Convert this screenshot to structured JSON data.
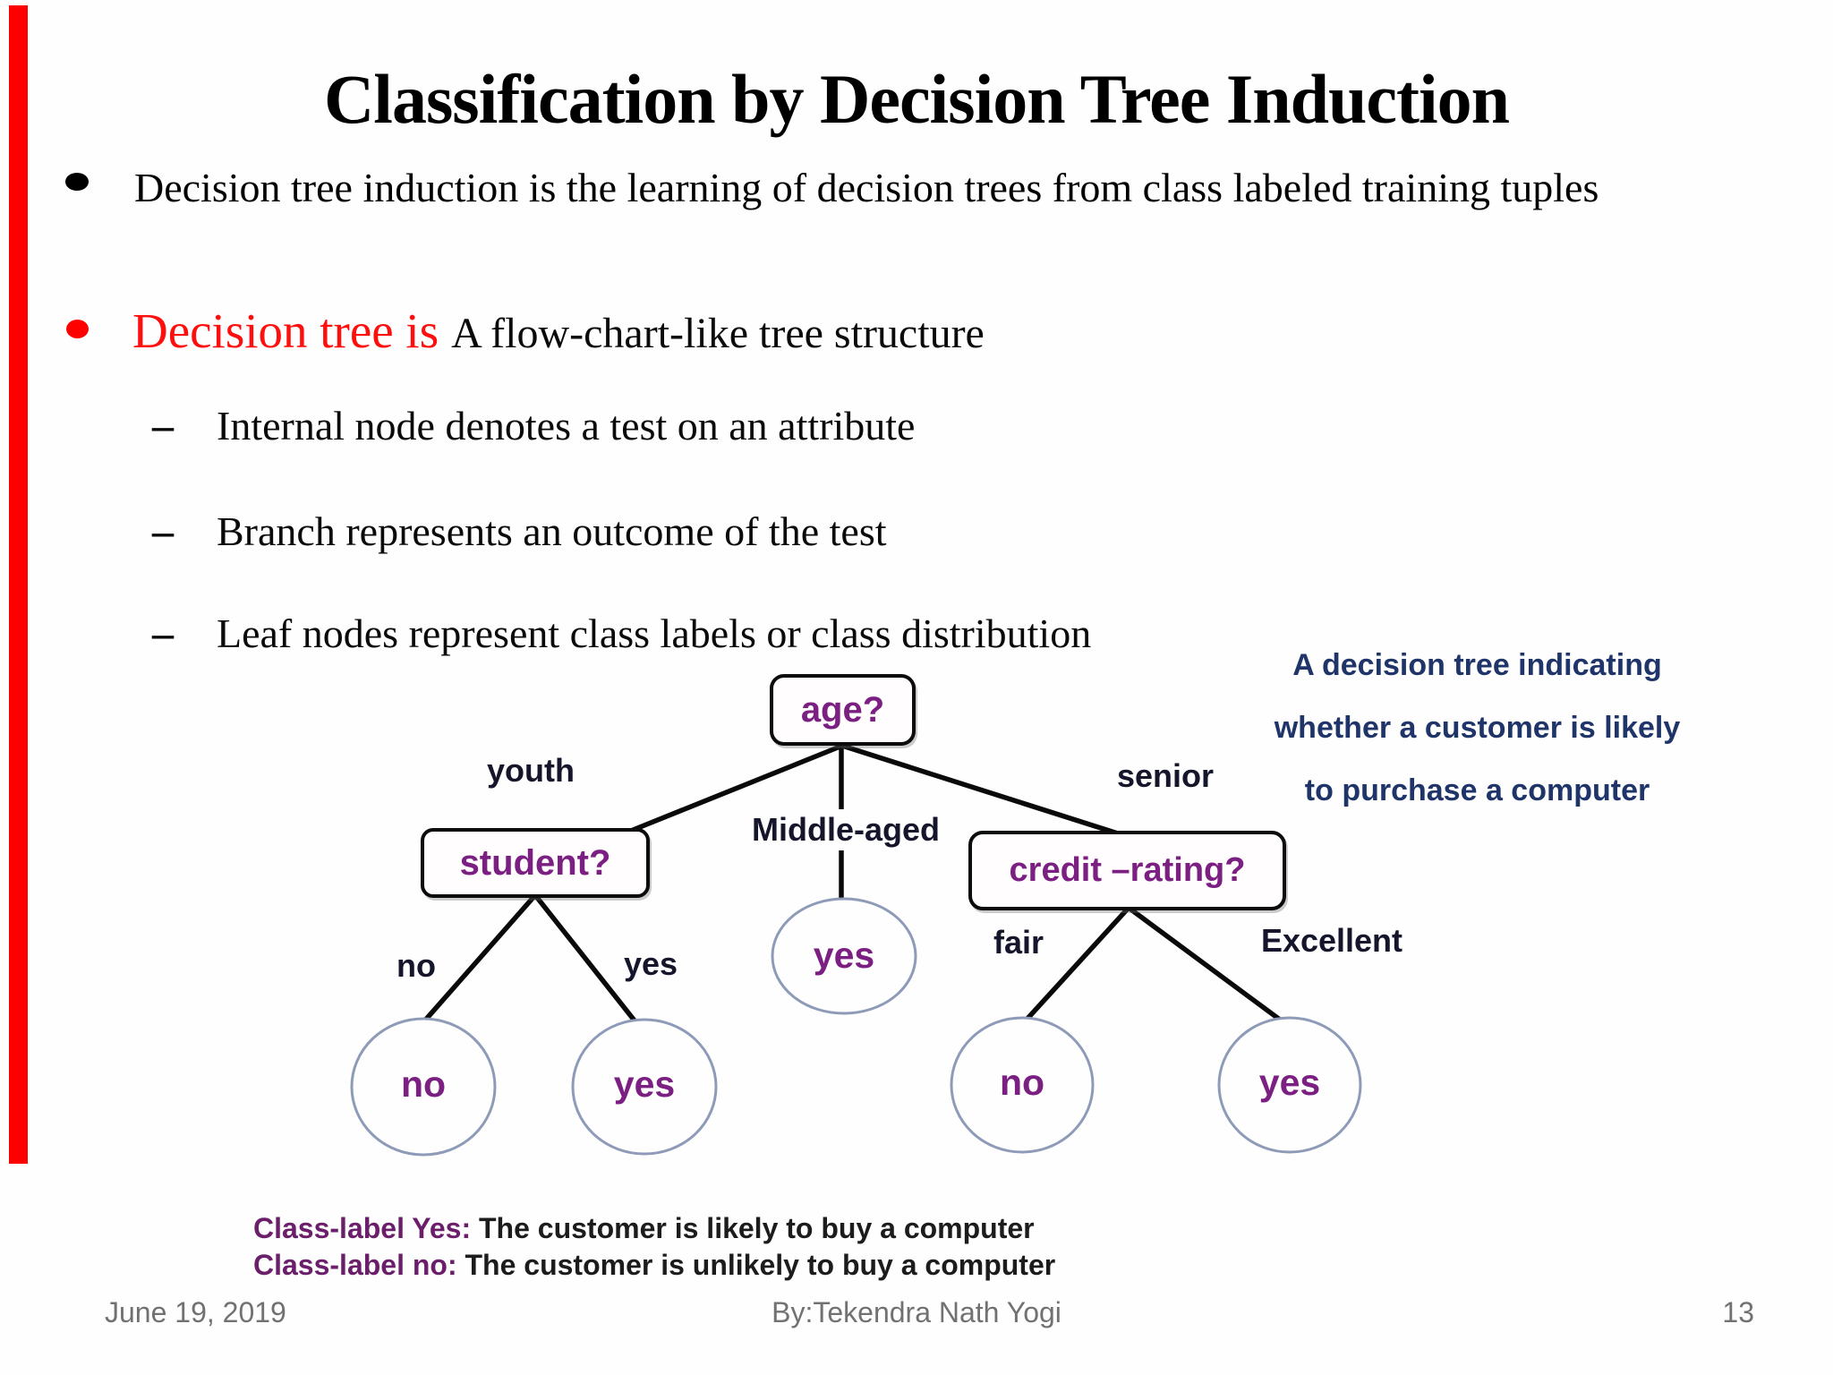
{
  "colors": {
    "accent_bar": "#ff0000",
    "emphasis_red": "#ff0e0e",
    "node_text_purple": "#7b1f82",
    "annotation_blue": "#1f3468",
    "leaf_circle_stroke": "#8e9bb8",
    "footer_gray": "#717171"
  },
  "slide": {
    "title": "Classification by Decision Tree Induction",
    "bullet1": "Decision tree induction is the learning of decision trees from class labeled training tuples",
    "bullet2": {
      "red": "Decision tree is",
      "black": "A flow-chart-like tree structure"
    },
    "subs": [
      {
        "dash": "–",
        "text": "Internal node denotes a test on an attribute"
      },
      {
        "dash": "–",
        "text": "Branch represents an outcome of the test"
      },
      {
        "dash": "–",
        "text": "Leaf nodes represent class labels or class distribution"
      }
    ],
    "annotation": [
      "A decision tree indicating",
      "whether a customer is likely",
      "to purchase a computer"
    ],
    "tree": {
      "root": "age?",
      "student": "student?",
      "credit": "credit –rating?",
      "labels": {
        "youth": "youth",
        "middle": "Middle-aged",
        "senior": "senior",
        "no": "no",
        "yes": "yes",
        "fair": "fair",
        "excellent": "Excellent"
      },
      "leaves": [
        "no",
        "yes",
        "yes",
        "no",
        "yes"
      ]
    },
    "classlabels": {
      "yes_head": "Class-label Yes:",
      "yes_rest": " The customer is likely to buy a computer",
      "no_head": "Class-label no:",
      "no_rest": " The customer is unlikely to buy a computer"
    },
    "footer": {
      "date": "June 19, 2019",
      "author": "By:Tekendra Nath Yogi",
      "page": "13"
    }
  }
}
